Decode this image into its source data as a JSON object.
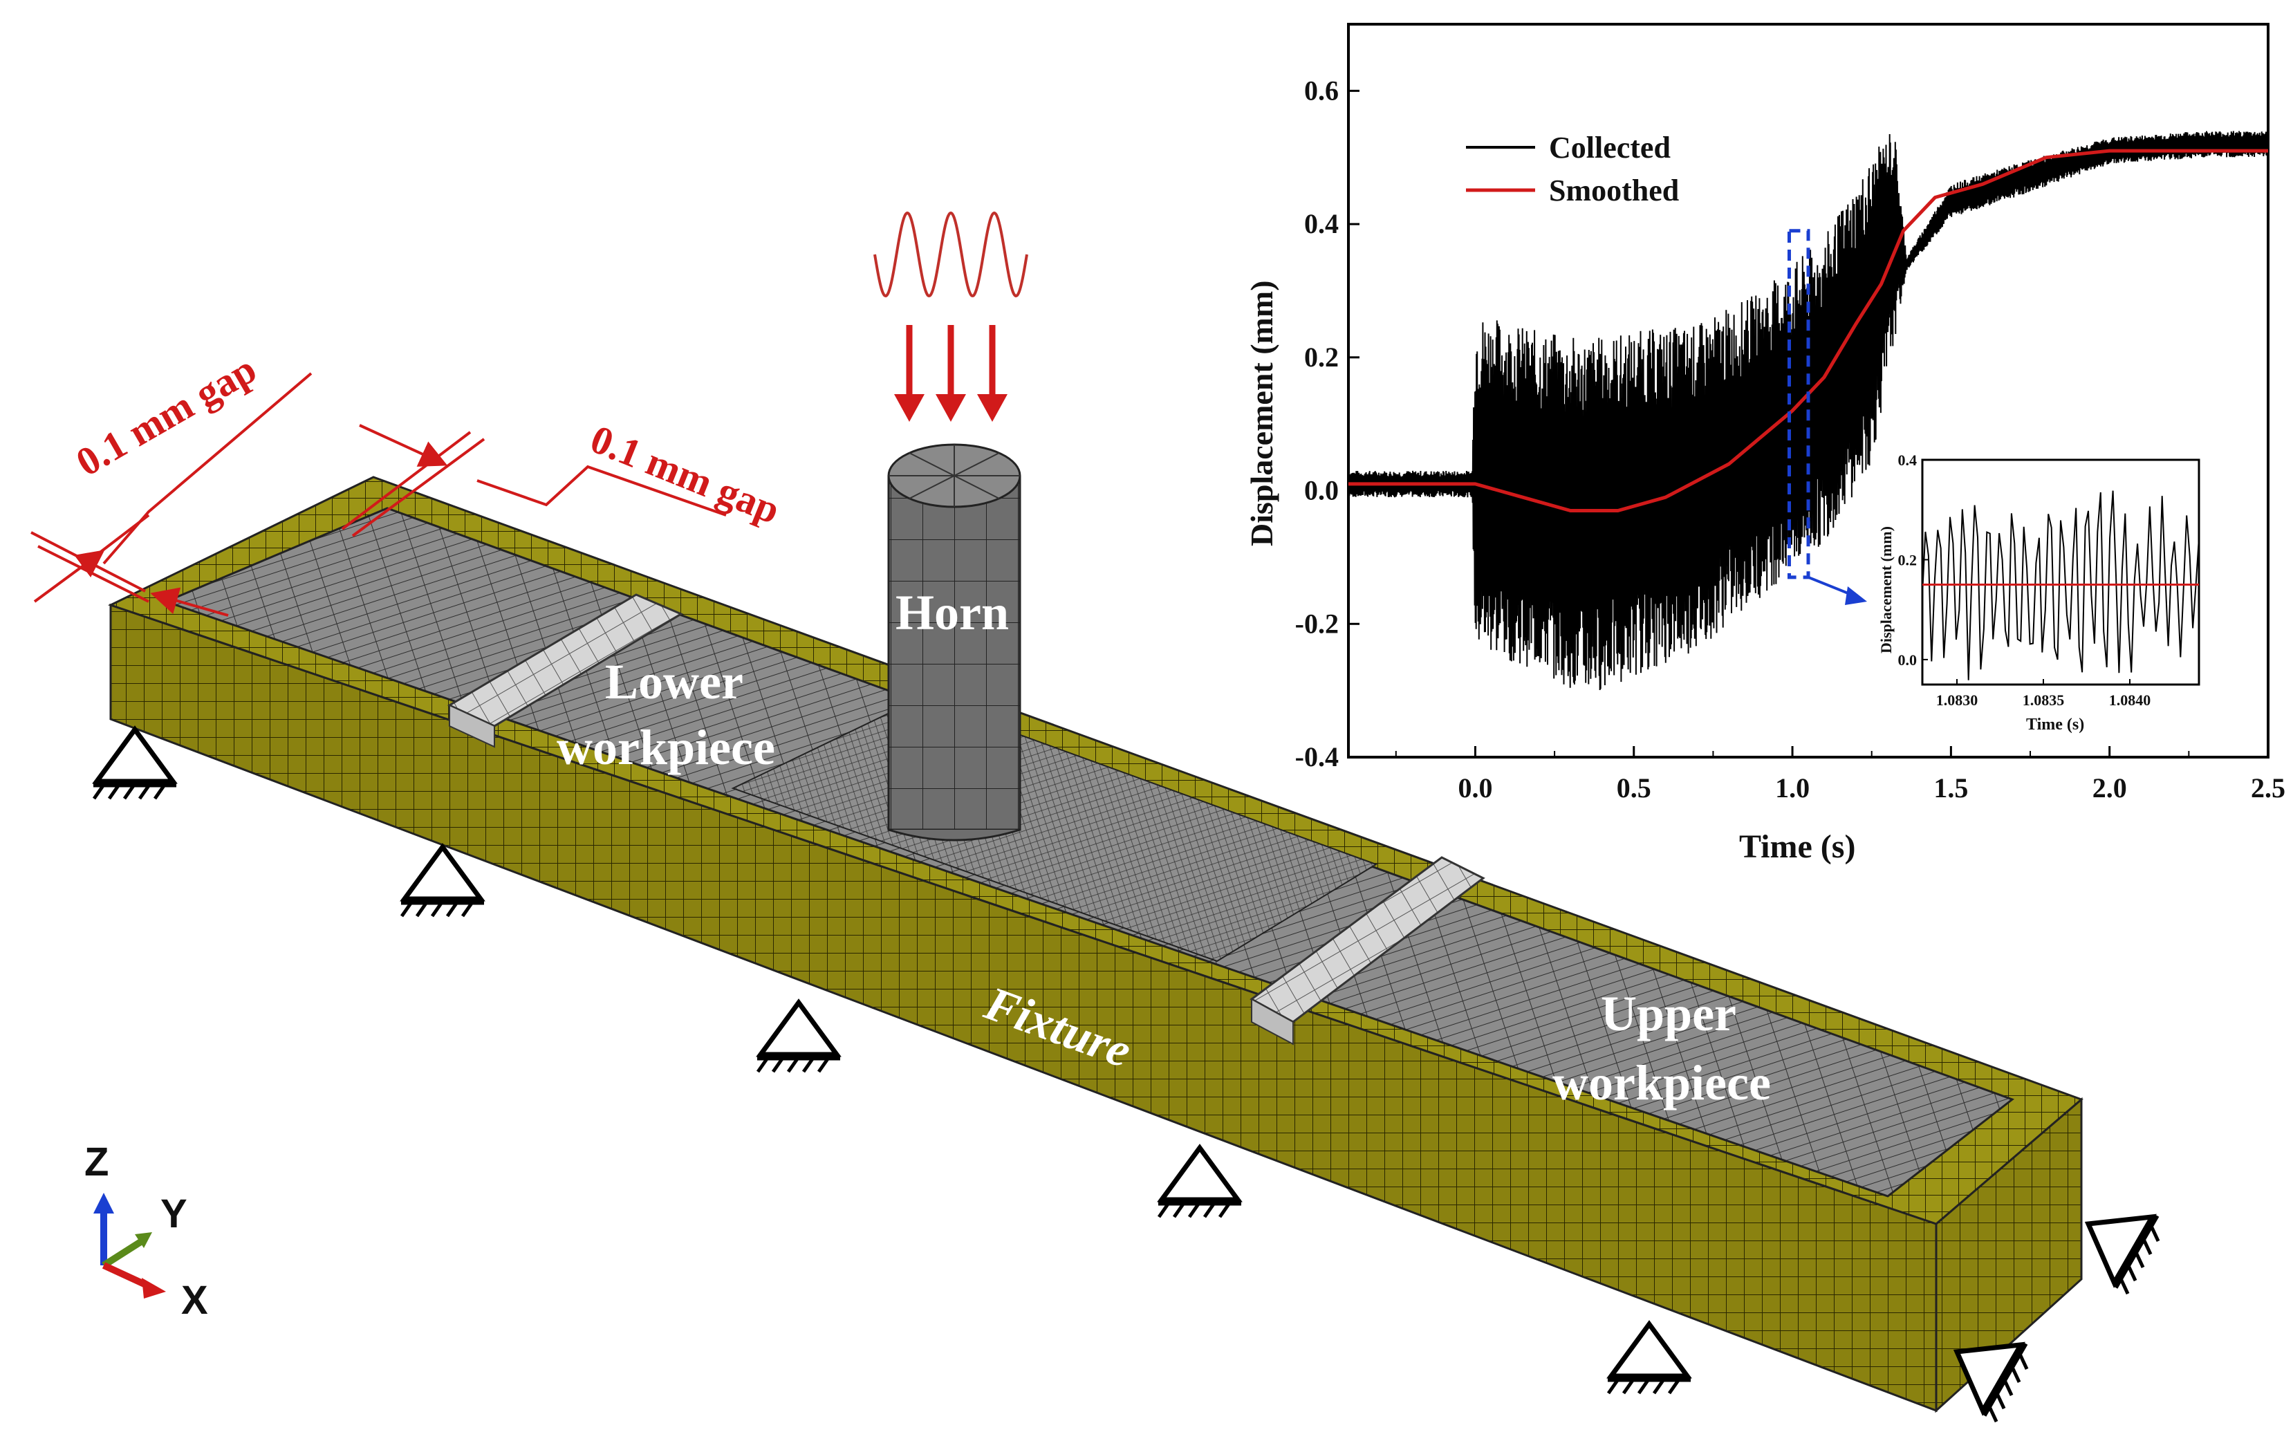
{
  "diagram": {
    "gap_label_left": "0.1 mm gap",
    "gap_label_right": "0.1 mm gap",
    "horn_label": "Horn",
    "lower_label_1": "Lower",
    "lower_label_2": "workpiece",
    "upper_label_1": "Upper",
    "upper_label_2": "workpiece",
    "fixture_label": "Fixture",
    "axis_z": "Z",
    "axis_y": "Y",
    "axis_x": "X",
    "colors": {
      "fixture": "#8a8210",
      "workpiece": "#7b7b7b",
      "horn": "#6e6e6e",
      "spacer": "#d2d2d2",
      "annotation": "#d11a1a"
    }
  },
  "chart_data": {
    "type": "line",
    "xlabel": "Time (s)",
    "ylabel": "Displacement (mm)",
    "xlim": [
      -0.4,
      2.5
    ],
    "ylim": [
      -0.4,
      0.7
    ],
    "xticks": [
      "0.0",
      "0.5",
      "1.0",
      "1.5",
      "2.0",
      "2.5"
    ],
    "yticks": [
      "-0.4",
      "-0.2",
      "0.0",
      "0.2",
      "0.4",
      "0.6"
    ],
    "legend_position": "top-left",
    "series": [
      {
        "name": "Collected",
        "color": "#000000",
        "envelope": {
          "x": [
            -0.4,
            -0.01,
            0.0,
            0.2,
            0.35,
            0.5,
            0.7,
            0.9,
            1.1,
            1.25,
            1.32,
            1.36,
            1.5,
            1.7,
            2.0,
            2.3,
            2.5
          ],
          "upper": [
            0.03,
            0.03,
            0.27,
            0.24,
            0.23,
            0.24,
            0.25,
            0.3,
            0.38,
            0.5,
            0.55,
            0.35,
            0.46,
            0.49,
            0.53,
            0.54,
            0.54
          ],
          "lower": [
            -0.01,
            -0.01,
            -0.24,
            -0.27,
            -0.31,
            -0.28,
            -0.24,
            -0.16,
            -0.08,
            0.04,
            0.22,
            0.33,
            0.41,
            0.44,
            0.49,
            0.5,
            0.5
          ]
        }
      },
      {
        "name": "Smoothed",
        "color": "#d11a1a",
        "x": [
          -0.4,
          0.0,
          0.15,
          0.3,
          0.45,
          0.6,
          0.8,
          1.0,
          1.1,
          1.2,
          1.28,
          1.35,
          1.45,
          1.6,
          1.8,
          2.0,
          2.3,
          2.5
        ],
        "y": [
          0.01,
          0.01,
          -0.01,
          -0.03,
          -0.03,
          -0.01,
          0.04,
          0.12,
          0.17,
          0.25,
          0.31,
          0.39,
          0.44,
          0.46,
          0.5,
          0.51,
          0.51,
          0.51
        ]
      }
    ],
    "inset": {
      "type": "line",
      "xlabel": "Time (s)",
      "ylabel": "Displacement (mm)",
      "xlim": [
        1.0828,
        1.0844
      ],
      "ylim": [
        -0.05,
        0.4
      ],
      "xticks": [
        "1.0830",
        "1.0835",
        "1.0840"
      ],
      "yticks": [
        "0.0",
        "0.2",
        "0.4"
      ],
      "mean_line": 0.15,
      "series": [
        {
          "name": "Collected",
          "x": [
            1.0828,
            1.0844
          ],
          "y_mean": 0.15,
          "amplitude": 0.2
        }
      ]
    }
  }
}
